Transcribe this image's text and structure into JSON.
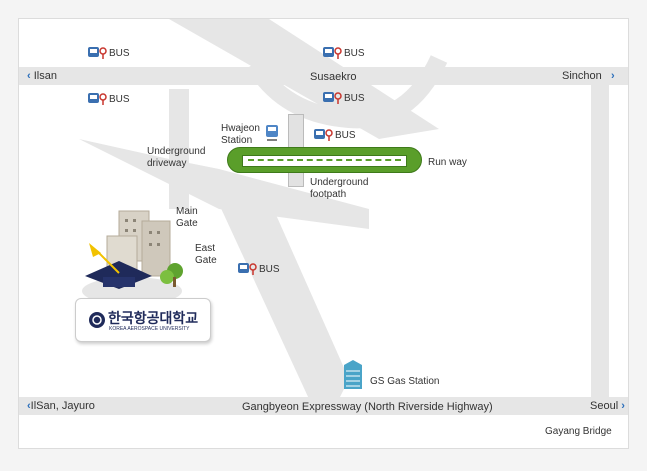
{
  "roads": {
    "top": {
      "left": "Ilsan",
      "center": "Susaekro",
      "right": "Sinchon"
    },
    "bottom": {
      "left": "IlSan, Jayuro",
      "center": "Gangbyeon Expressway (North Riverside Highway)",
      "right": "Seoul"
    }
  },
  "bus_label": "BUS",
  "labels": {
    "station_line1": "Hwajeon",
    "station_line2": "Station",
    "underground_driveway_1": "Underground",
    "underground_driveway_2": "driveway",
    "run_way": "Run way",
    "underground_footpath_1": "Underground",
    "underground_footpath_2": "footpath",
    "main_gate_1": "Main",
    "main_gate_2": "Gate",
    "east_gate_1": "East",
    "east_gate_2": "Gate",
    "gas_station": "GS Gas Station",
    "gayang_bridge": "Gayang Bridge"
  },
  "university": {
    "name_ko": "한국항공대학교",
    "name_en": "KOREA AEROSPACE UNIVERSITY"
  },
  "colors": {
    "road": "#e6e6e6",
    "runway_green": "#5a9e2a",
    "arrow_blue": "#2a6ebb",
    "bus_blue": "#3a6fb0",
    "bus_red": "#c8352d"
  }
}
